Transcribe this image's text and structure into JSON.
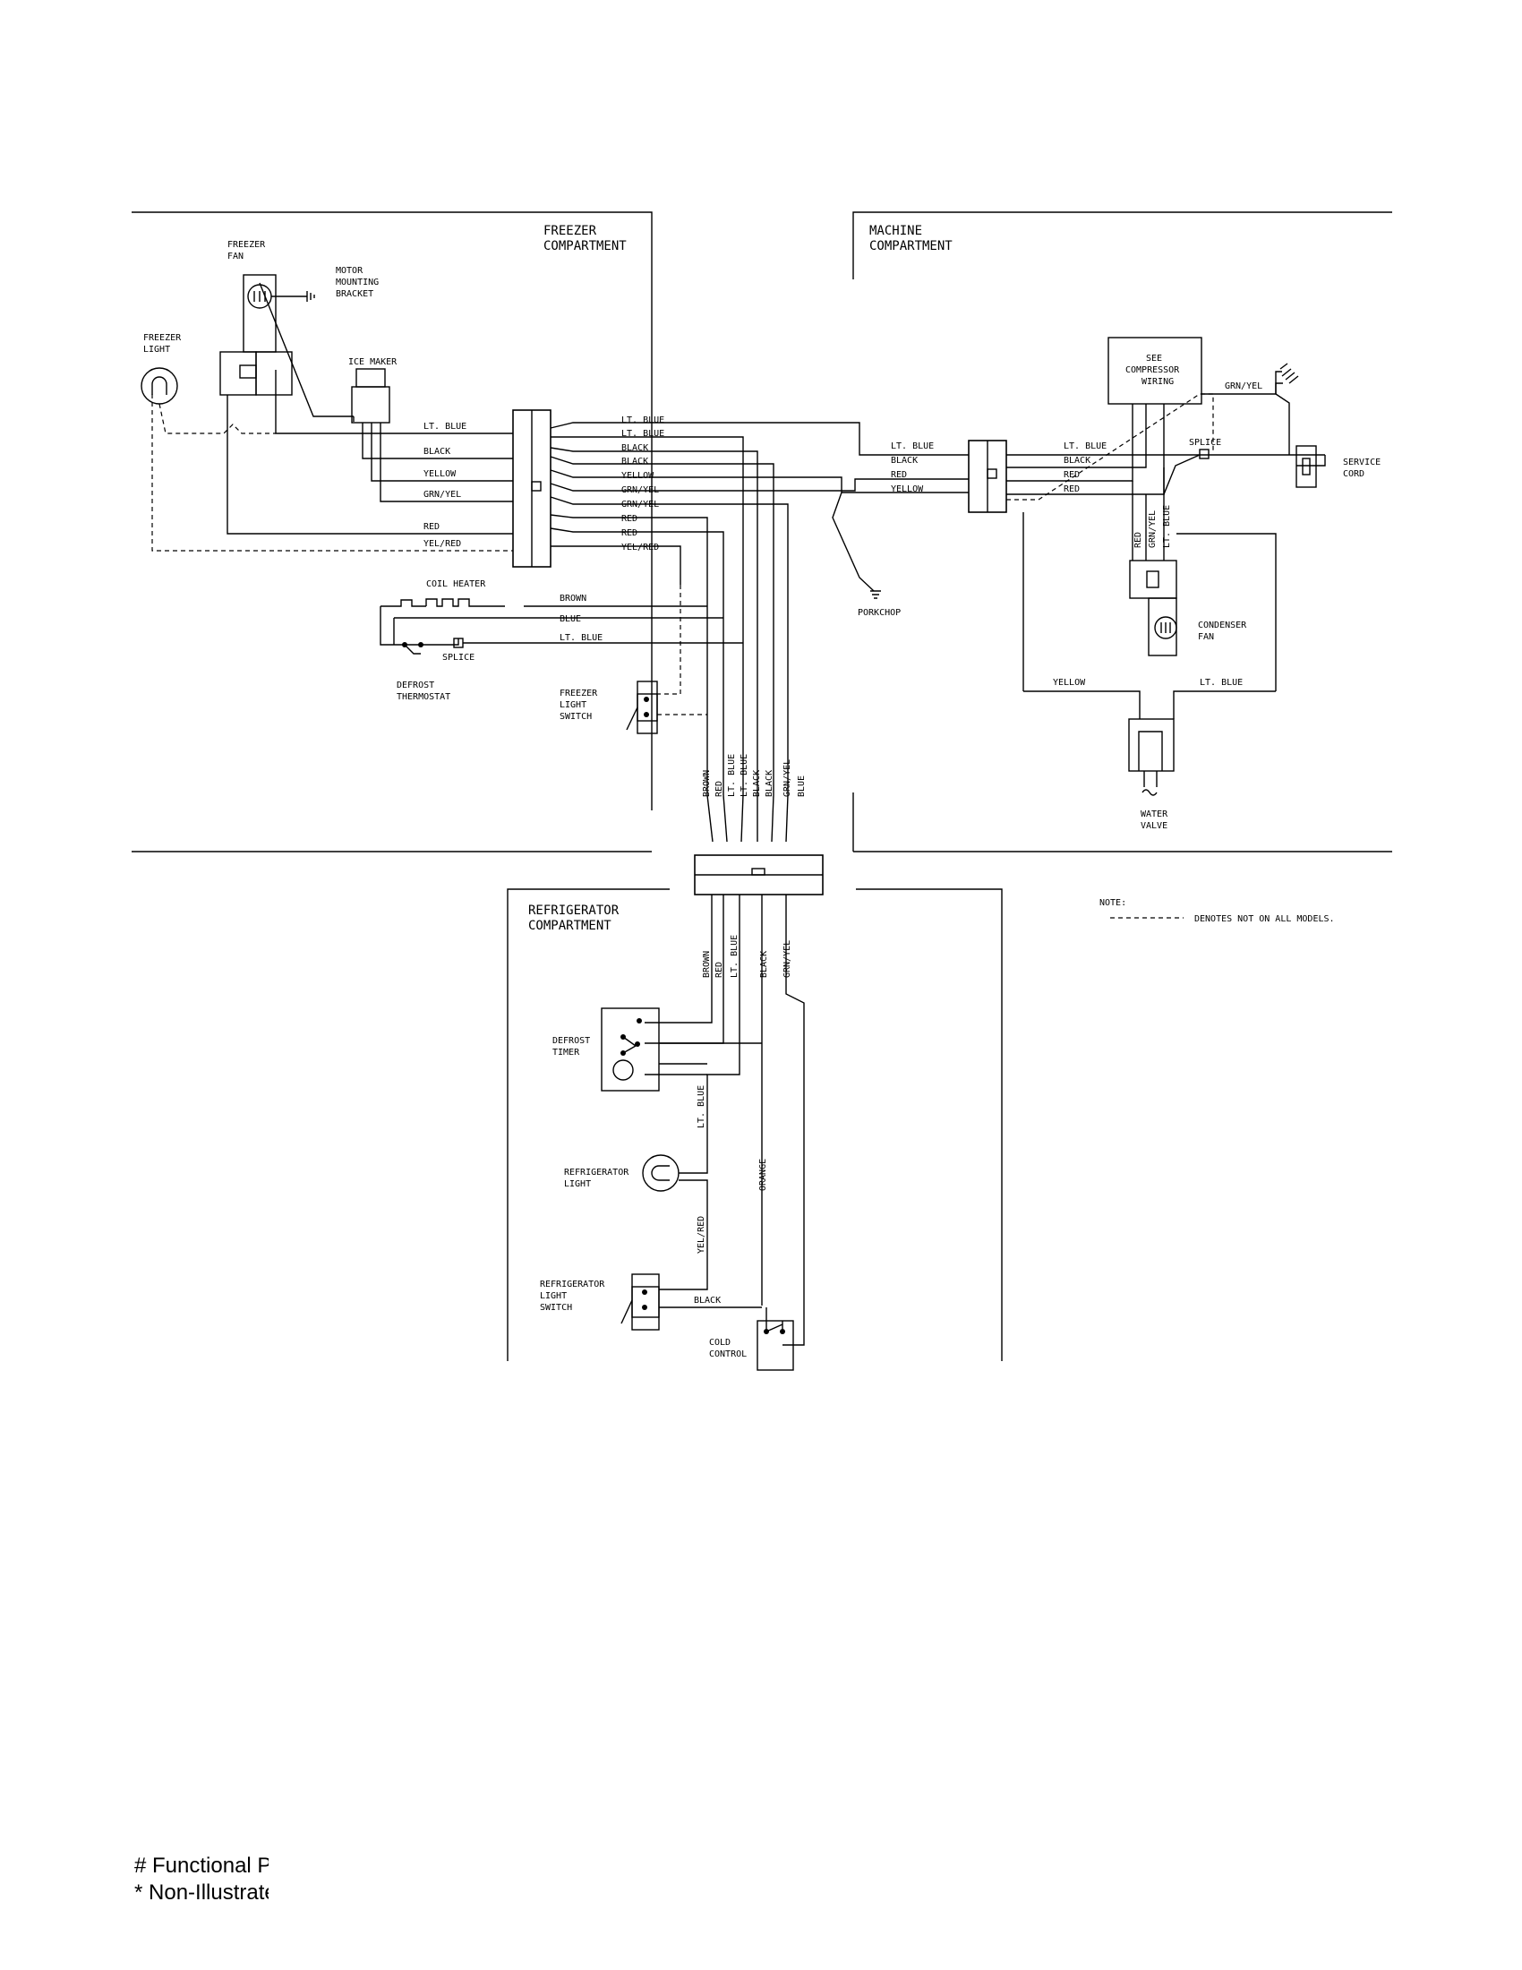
{
  "compartments": {
    "freezer": [
      "FREEZER",
      "COMPARTMENT"
    ],
    "machine": [
      "MACHINE",
      "COMPARTMENT"
    ],
    "refrigerator": [
      "REFRIGERATOR",
      "COMPARTMENT"
    ]
  },
  "components": {
    "freezer_fan": [
      "FREEZER",
      "FAN"
    ],
    "motor_mounting_bracket": [
      "MOTOR",
      "MOUNTING",
      "BRACKET"
    ],
    "freezer_light": [
      "FREEZER",
      "LIGHT"
    ],
    "ice_maker": "ICE MAKER",
    "coil_heater": "COIL HEATER",
    "splice_freezer": "SPLICE",
    "defrost_thermostat": [
      "DEFROST",
      "THERMOSTAT"
    ],
    "freezer_light_switch": [
      "FREEZER",
      "LIGHT",
      "SWITCH"
    ],
    "porkchop": "PORKCHOP",
    "see_compressor_wiring": [
      "SEE",
      "COMPRESSOR",
      "WIRING"
    ],
    "splice_machine": "SPLICE",
    "service_cord": [
      "SERVICE",
      "CORD"
    ],
    "condenser_fan": [
      "CONDENSER",
      "FAN"
    ],
    "water_valve": [
      "WATER",
      "VALVE"
    ],
    "defrost_timer": [
      "DEFROST",
      "TIMER"
    ],
    "refrigerator_light": [
      "REFRIGERATOR",
      "LIGHT"
    ],
    "refrigerator_light_switch": [
      "REFRIGERATOR",
      "LIGHT",
      "SWITCH"
    ],
    "cold_control": [
      "COLD",
      "CONTROL"
    ]
  },
  "wire_labels": {
    "freezer_left": [
      "LT. BLUE",
      "BLACK",
      "YELLOW",
      "GRN/YEL",
      "RED",
      "YEL/RED"
    ],
    "freezer_right": [
      "LT. BLUE",
      "LT. BLUE",
      "BLACK",
      "BLACK",
      "YELLOW",
      "GRN/YEL",
      "GRN/YEL",
      "RED",
      "RED",
      "YEL/RED"
    ],
    "heater": [
      "BROWN",
      "BLUE",
      "LT. BLUE"
    ],
    "machine_left": [
      "LT. BLUE",
      "BLACK",
      "RED",
      "YELLOW"
    ],
    "machine_right": [
      "LT. BLUE",
      "BLACK",
      "RED",
      "RED"
    ],
    "grn_yel_ground": "GRN/YEL",
    "condenser_vertical": [
      "RED",
      "GRN/YEL",
      "LT. BLUE"
    ],
    "valve": [
      "YELLOW",
      "LT. BLUE"
    ],
    "harness_upper": [
      "BROWN",
      "RED",
      "LT. BLUE",
      "LT. BLUE",
      "BLACK",
      "BLACK",
      "GRN/YEL",
      "BLUE"
    ],
    "harness_lower": [
      "BROWN",
      "RED",
      "LT. BLUE",
      "BLACK",
      "GRN/YEL"
    ],
    "refrigerator": [
      "LT. BLUE",
      "ORANGE",
      "YEL/RED",
      "BLACK"
    ]
  },
  "note": {
    "title": "NOTE:",
    "legend": "DENOTES NOT ON ALL MODELS."
  },
  "footnotes": [
    "# Functional Parts",
    "* Non-Illustrated Parts"
  ]
}
